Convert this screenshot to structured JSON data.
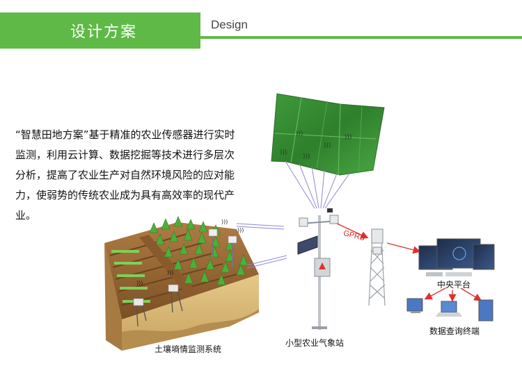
{
  "header": {
    "title": "设计方案",
    "subtitle_en": "Design"
  },
  "description": "“智慧田地方案”基于精准的农业传感器进行实时监测，利用云计算、数据挖掘等技术进行多层次分析，提高了农业生产对自然环境风险的应对能力，使弱势的传统农业成为具有高效率的现代产业。",
  "labels": {
    "soil_system": "土壤墒情监测系统",
    "weather_station": "小型农业气象站",
    "gprs": "GPRS",
    "central_platform": "中央平台",
    "query_terminal": "数据查询终端"
  },
  "colors": {
    "accent": "#5fb946",
    "arrow": "#e03030",
    "link": "#8e86d6"
  }
}
